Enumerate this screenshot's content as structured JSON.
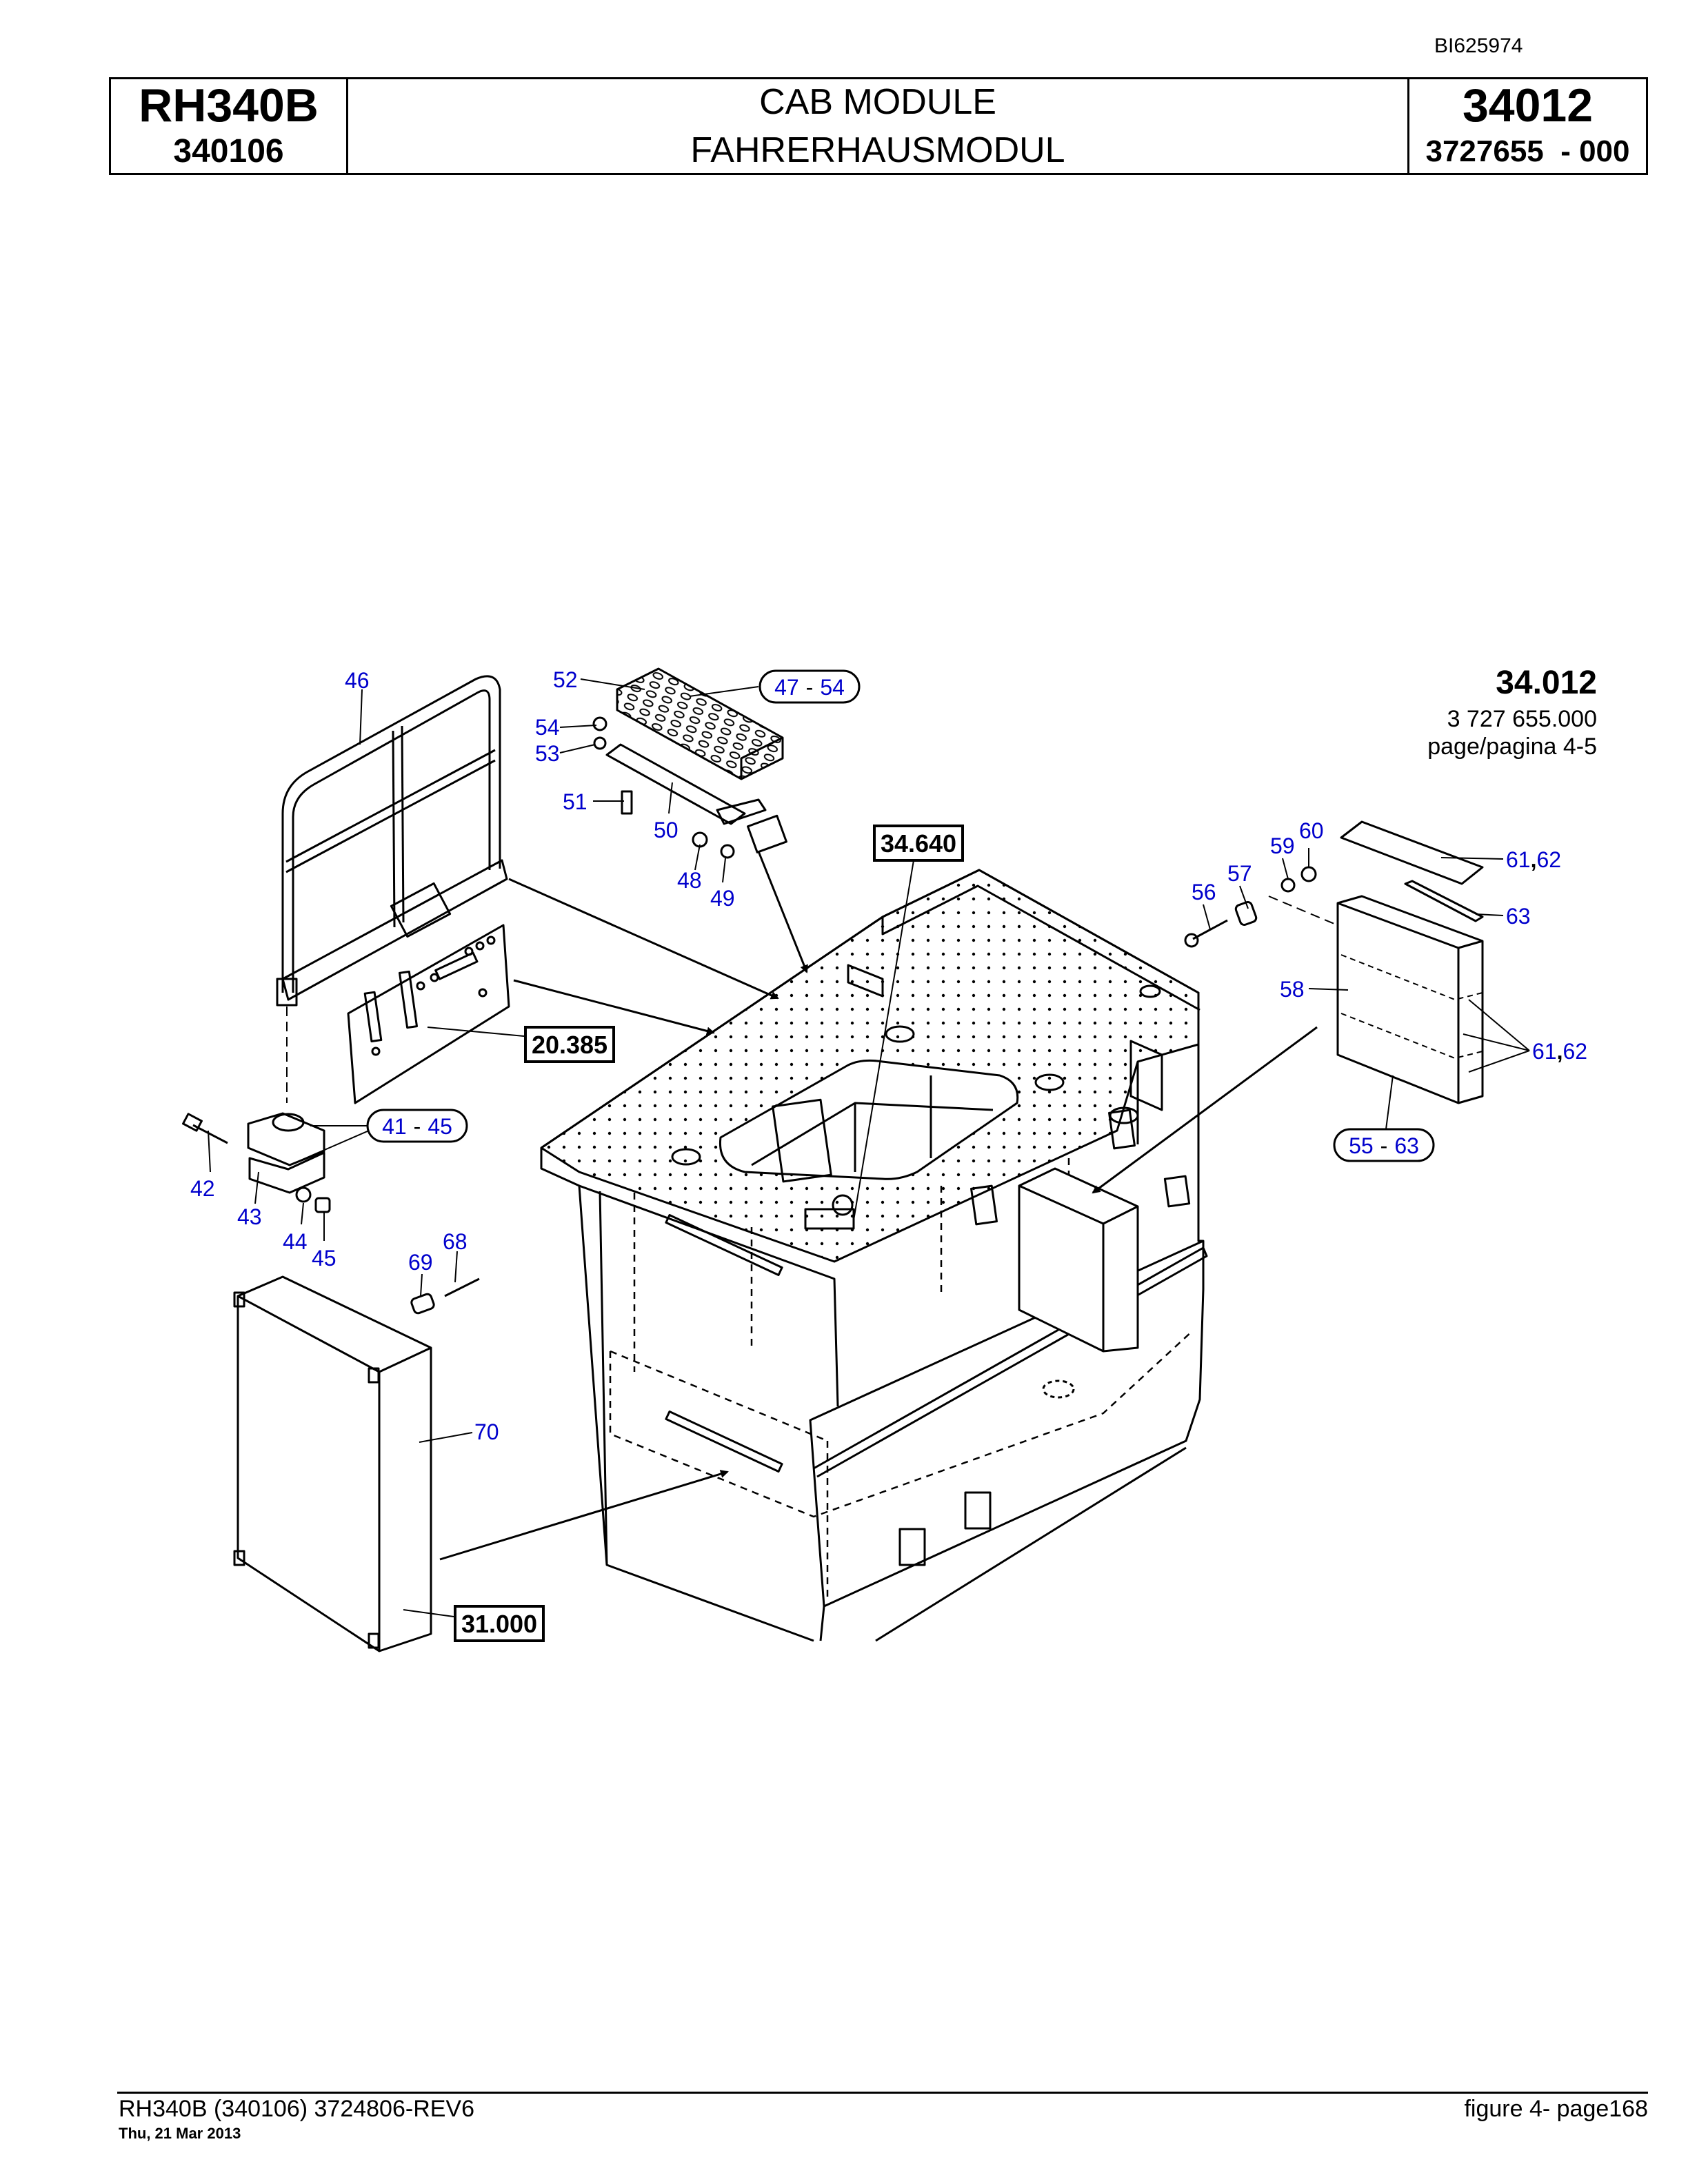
{
  "document": {
    "doc_id": "BI625974",
    "model": "RH340B",
    "serial": "340106",
    "title_en": "CAB MODULE",
    "title_de": "FAHRERHAUSMODUL",
    "group": "34012",
    "part_ref": "3727655  - 000"
  },
  "figure_info": {
    "number": "34.012",
    "part_number": "3 727 655.000",
    "page_ref": "page/pagina 4-5"
  },
  "callouts": {
    "c46": "46",
    "c52": "52",
    "c54": "54",
    "c53": "53",
    "c51": "51",
    "c50": "50",
    "c48": "48",
    "c49": "49",
    "c42": "42",
    "c43": "43",
    "c44": "44",
    "c45": "45",
    "c68": "68",
    "c69": "69",
    "c70": "70",
    "c56": "56",
    "c57": "57",
    "c59": "59",
    "c60": "60",
    "c58": "58",
    "c63": "63"
  },
  "range_callouts": {
    "r47_54_from": "47",
    "r47_54_sep": "-",
    "r47_54_to": "54",
    "r41_45_from": "41",
    "r41_45_sep": "-",
    "r41_45_to": "45",
    "r55_63_from": "55",
    "r55_63_sep": "-",
    "r55_63_to": "63"
  },
  "multi_callouts": {
    "m6162a_first": "61",
    "m6162a_sep": ",",
    "m6162a_second": "62",
    "m6162b_first": "61",
    "m6162b_sep": ",",
    "m6162b_second": "62"
  },
  "ref_boxes": {
    "b34640": "34.640",
    "b20385": "20.385",
    "b31000": "31.000"
  },
  "footer": {
    "left": "RH340B (340106) 3724806-REV6",
    "date": "Thu, 21 Mar 2013",
    "right": "figure  4- page168"
  },
  "colors": {
    "callout_blue": "#0000cc",
    "line_black": "#000000"
  }
}
